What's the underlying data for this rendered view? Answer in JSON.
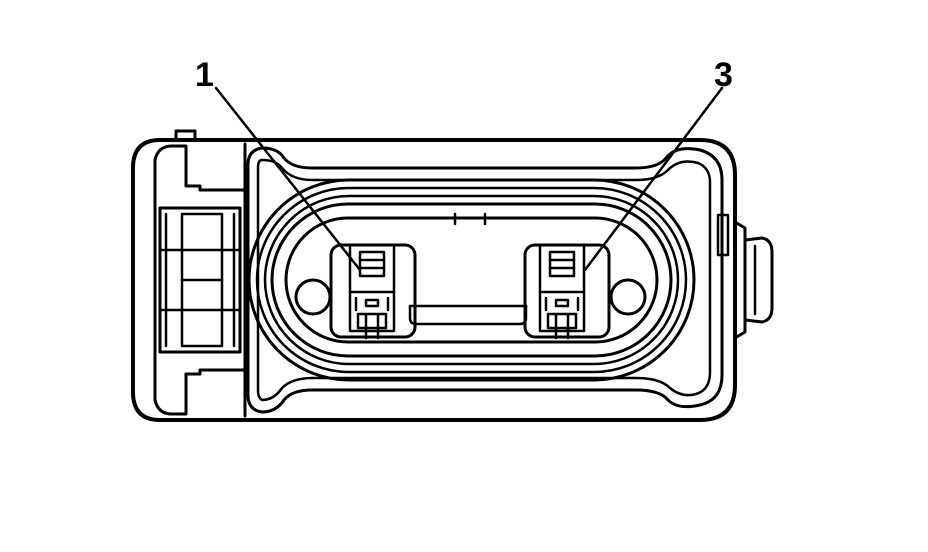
{
  "diagram": {
    "callouts": [
      {
        "id": "pin-1",
        "label": "1"
      },
      {
        "id": "pin-3",
        "label": "3"
      }
    ],
    "ink_color": "#000000",
    "background_color": "#ffffff"
  }
}
